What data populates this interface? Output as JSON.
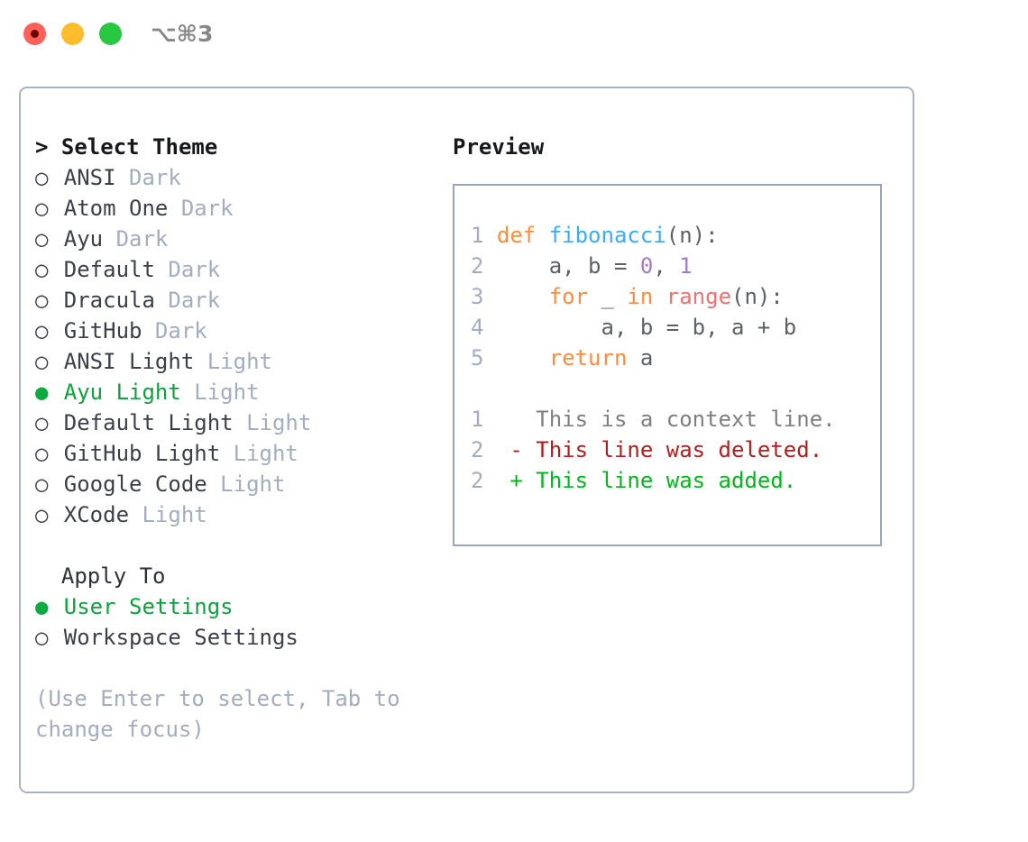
{
  "titlebar": {
    "shortcut": "⌥⌘3",
    "traffic_lights": [
      {
        "name": "close",
        "color": "#ff6159",
        "recording": true
      },
      {
        "name": "minimize",
        "color": "#ffbd2e",
        "recording": false
      },
      {
        "name": "zoom",
        "color": "#28c840",
        "recording": false
      }
    ]
  },
  "theme_section": {
    "header": "> Select Theme",
    "options": [
      {
        "bullet": "○",
        "name": "ANSI",
        "tag": "Dark",
        "selected": false
      },
      {
        "bullet": "○",
        "name": "Atom One",
        "tag": "Dark",
        "selected": false
      },
      {
        "bullet": "○",
        "name": "Ayu",
        "tag": "Dark",
        "selected": false
      },
      {
        "bullet": "○",
        "name": "Default",
        "tag": "Dark",
        "selected": false
      },
      {
        "bullet": "○",
        "name": "Dracula",
        "tag": "Dark",
        "selected": false
      },
      {
        "bullet": "○",
        "name": "GitHub",
        "tag": "Dark",
        "selected": false
      },
      {
        "bullet": "○",
        "name": "ANSI Light",
        "tag": "Light",
        "selected": false
      },
      {
        "bullet": "●",
        "name": "Ayu Light",
        "tag": "Light",
        "selected": true
      },
      {
        "bullet": "○",
        "name": "Default Light",
        "tag": "Light",
        "selected": false
      },
      {
        "bullet": "○",
        "name": "GitHub Light",
        "tag": "Light",
        "selected": false
      },
      {
        "bullet": "○",
        "name": "Google Code",
        "tag": "Light",
        "selected": false
      },
      {
        "bullet": "○",
        "name": "XCode",
        "tag": "Light",
        "selected": false
      }
    ]
  },
  "apply_section": {
    "header": "  Apply To",
    "options": [
      {
        "bullet": "●",
        "name": "User Settings",
        "selected": true
      },
      {
        "bullet": "○",
        "name": "Workspace Settings",
        "selected": false
      }
    ]
  },
  "hint": "(Use Enter to select, Tab to change focus)",
  "preview": {
    "header": "Preview",
    "code_lines": [
      {
        "number": "1",
        "tokens": [
          {
            "t": "def ",
            "c": "kw"
          },
          {
            "t": "fibonacci",
            "c": "fn"
          },
          {
            "t": "(n):",
            "c": "plain"
          }
        ]
      },
      {
        "number": "2",
        "tokens": [
          {
            "t": "    a, b = ",
            "c": "plain"
          },
          {
            "t": "0",
            "c": "num"
          },
          {
            "t": ", ",
            "c": "plain"
          },
          {
            "t": "1",
            "c": "num"
          }
        ]
      },
      {
        "number": "3",
        "tokens": [
          {
            "t": "    ",
            "c": "plain"
          },
          {
            "t": "for",
            "c": "kw"
          },
          {
            "t": " _ ",
            "c": "plain"
          },
          {
            "t": "in",
            "c": "kw"
          },
          {
            "t": " ",
            "c": "plain"
          },
          {
            "t": "range",
            "c": "bi"
          },
          {
            "t": "(n):",
            "c": "plain"
          }
        ]
      },
      {
        "number": "4",
        "tokens": [
          {
            "t": "        a, b = b, a + b",
            "c": "plain"
          }
        ]
      },
      {
        "number": "5",
        "tokens": [
          {
            "t": "    ",
            "c": "plain"
          },
          {
            "t": "return",
            "c": "kw"
          },
          {
            "t": " a",
            "c": "plain"
          }
        ]
      },
      {
        "number": "",
        "tokens": []
      },
      {
        "number": "1",
        "tokens": [
          {
            "t": "   This is a context line.",
            "c": "ctx"
          }
        ]
      },
      {
        "number": "2",
        "tokens": [
          {
            "t": " - This line was deleted.",
            "c": "del"
          }
        ]
      },
      {
        "number": "2",
        "tokens": [
          {
            "t": " + This line was added.",
            "c": "add"
          }
        ]
      }
    ]
  },
  "colors": {
    "panel_border": "#a8b2c1",
    "preview_border": "#9aa6b6",
    "selected_green": "#0ca33c",
    "tag_grey": "#a2adc0",
    "keyword_orange": "#fa8d3e",
    "function_blue": "#3daaf5",
    "number_purple": "#a37acc",
    "builtin_red": "#f07171",
    "diff_delete_red": "#b31d1d",
    "diff_add_green": "#00b81e"
  }
}
